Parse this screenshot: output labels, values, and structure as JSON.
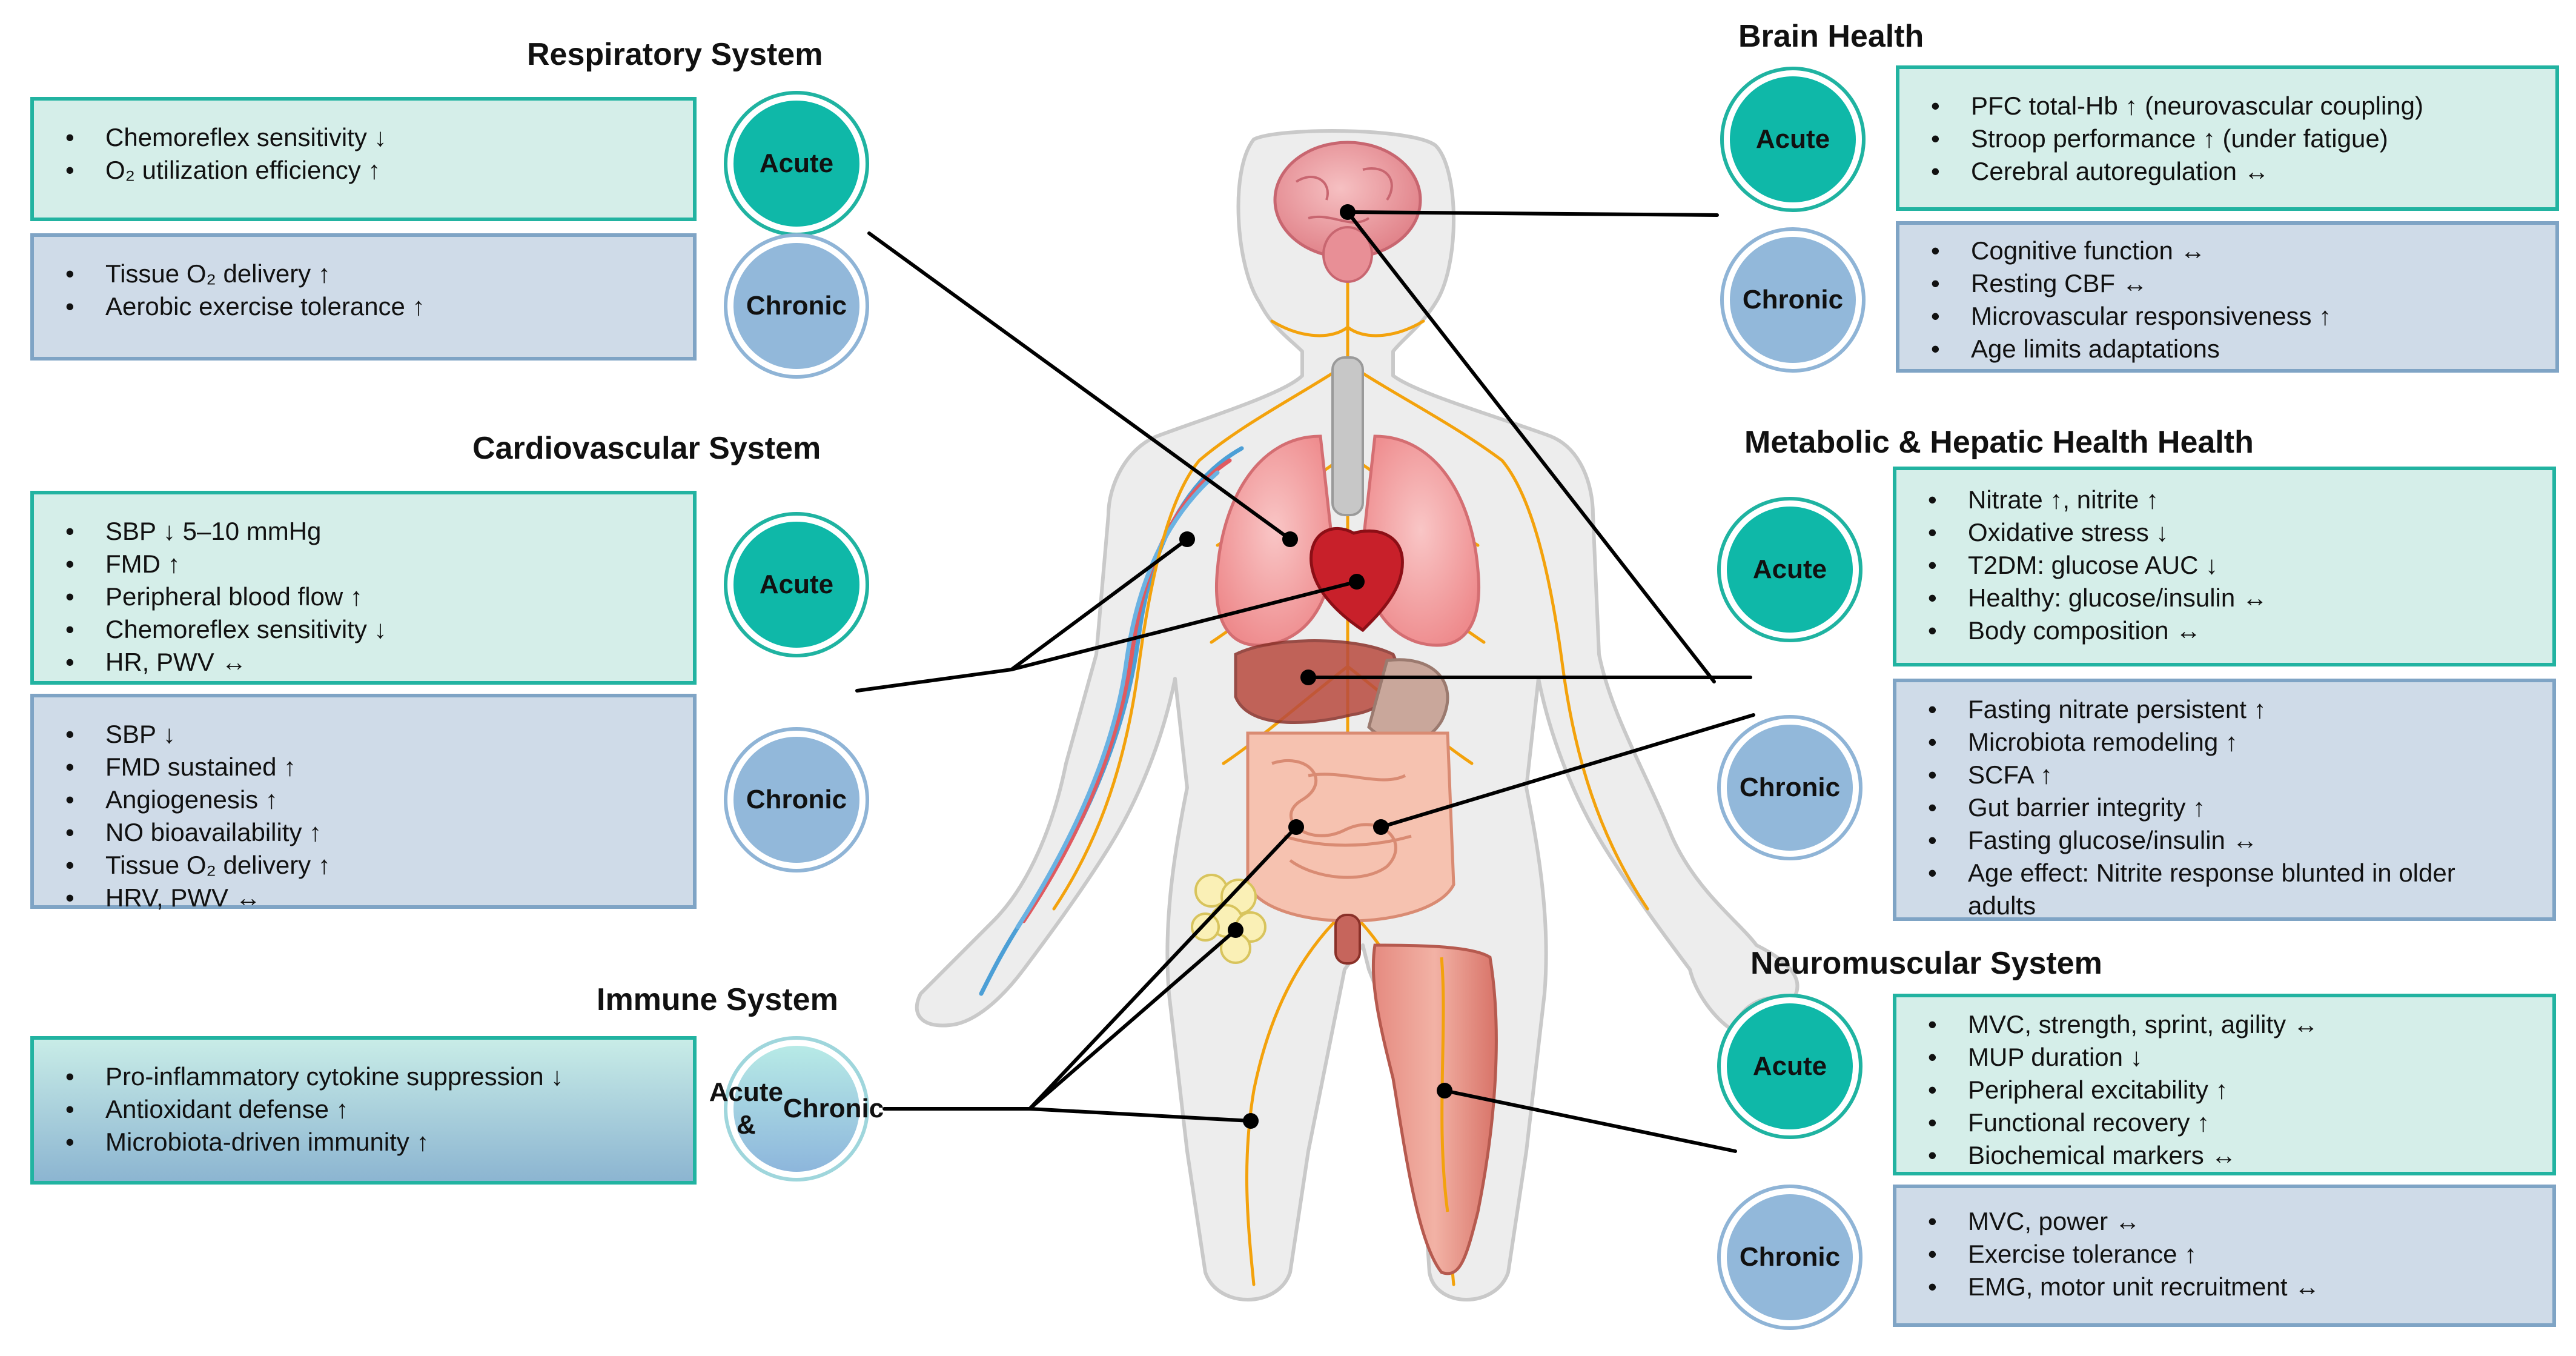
{
  "respiratory": {
    "title": "Respiratory System",
    "acute_label": "Acute",
    "chronic_label": "Chronic",
    "acute_items": [
      "Chemoreflex sensitivity ↓",
      "O₂ utilization efficiency ↑"
    ],
    "chronic_items": [
      "Tissue O₂ delivery ↑",
      "Aerobic exercise tolerance ↑"
    ]
  },
  "cardiovascular": {
    "title": "Cardiovascular System",
    "acute_label": "Acute",
    "chronic_label": "Chronic",
    "acute_items": [
      "SBP ↓ 5–10 mmHg",
      "FMD ↑",
      "Peripheral blood flow ↑",
      "Chemoreflex sensitivity ↓",
      "HR, PWV ↔"
    ],
    "chronic_items": [
      "SBP ↓",
      "FMD sustained ↑",
      "Angiogenesis ↑",
      "NO bioavailability ↑",
      "Tissue O₂ delivery ↑",
      "HRV, PWV ↔"
    ]
  },
  "immune": {
    "title": "Immune System",
    "label_line1": "Acute &",
    "label_line2": "Chronic",
    "items": [
      "Pro-inflammatory cytokine suppression ↓",
      "Antioxidant defense ↑",
      "Microbiota-driven immunity ↑"
    ]
  },
  "brain": {
    "title": "Brain Health",
    "acute_label": "Acute",
    "chronic_label": "Chronic",
    "acute_items": [
      "PFC total-Hb ↑ (neurovascular coupling)",
      "Stroop performance ↑ (under fatigue)",
      "Cerebral autoregulation ↔"
    ],
    "chronic_items": [
      "Cognitive function ↔",
      "Resting CBF ↔",
      "Microvascular responsiveness ↑",
      "Age limits adaptations"
    ]
  },
  "metabolic": {
    "title": "Metabolic & Hepatic Health Health",
    "acute_label": "Acute",
    "chronic_label": "Chronic",
    "acute_items": [
      "Nitrate ↑, nitrite ↑",
      "Oxidative stress ↓",
      "T2DM: glucose AUC ↓",
      "Healthy: glucose/insulin ↔",
      "Body composition ↔"
    ],
    "chronic_items": [
      "Fasting nitrate persistent ↑",
      "Microbiota remodeling ↑",
      "SCFA ↑",
      "Gut barrier integrity ↑",
      "Fasting glucose/insulin ↔",
      "Age effect: Nitrite response blunted in older adults"
    ]
  },
  "neuromuscular": {
    "title": "Neuromuscular System",
    "acute_label": "Acute",
    "chronic_label": "Chronic",
    "acute_items": [
      "MVC, strength, sprint, agility ↔",
      "MUP duration ↓",
      "Peripheral excitability ↑",
      "Functional recovery ↑",
      "Biochemical markers ↔"
    ],
    "chronic_items": [
      "MVC, power ↔",
      "Exercise tolerance ↑",
      "EMG, motor unit recruitment ↔"
    ]
  },
  "colors": {
    "acute_fill": "#d5eee9",
    "acute_border": "#22b3a1",
    "acute_circle": "#0fb8a8",
    "chronic_fill": "#cfdbe8",
    "chronic_border": "#7fa4c5",
    "chronic_circle": "#92b8da",
    "nerve": "#f3a20c",
    "organ_red": "#f19b9b",
    "muscle": "#e48c82"
  }
}
